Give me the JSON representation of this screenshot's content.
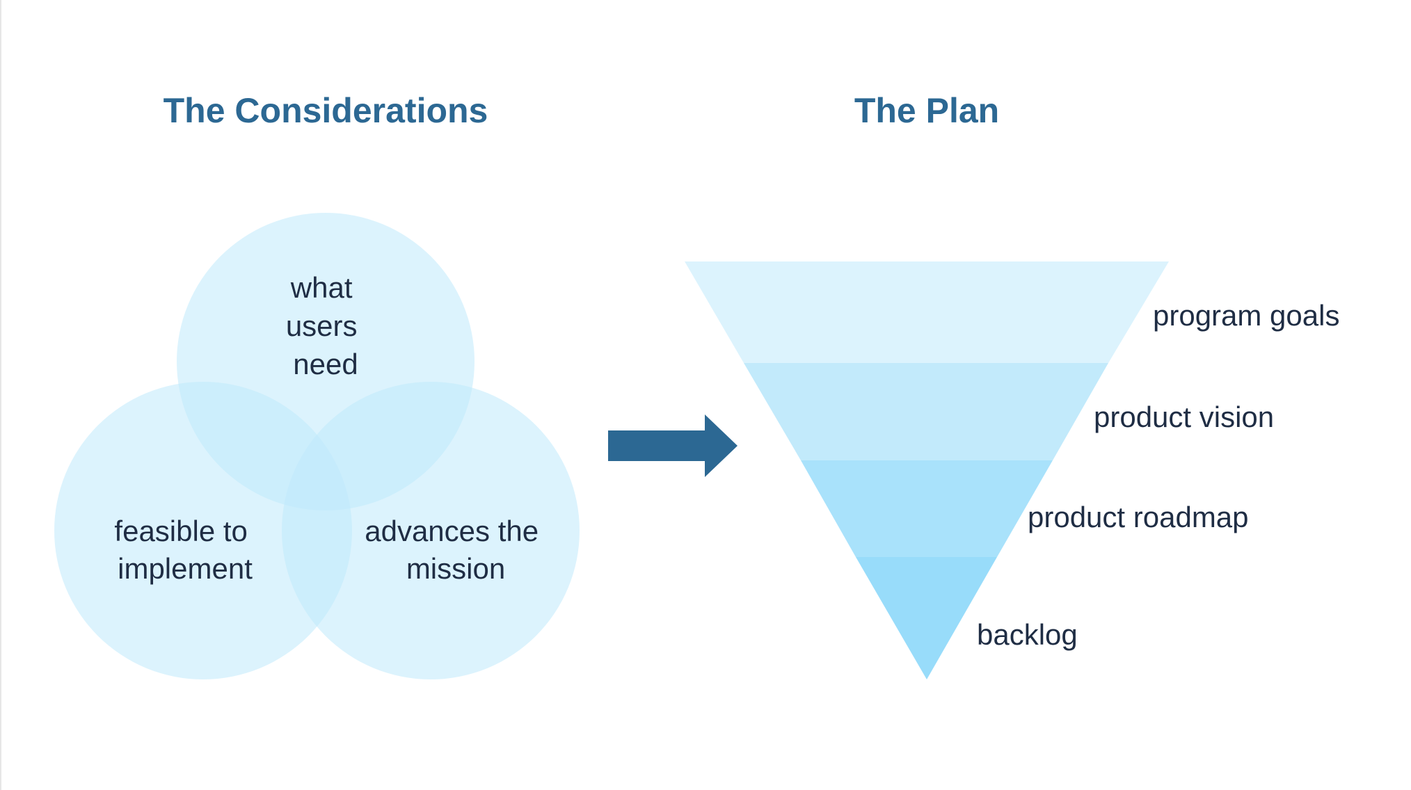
{
  "headings": {
    "left": "The Considerations",
    "right": "The Plan"
  },
  "venn": {
    "top": [
      "what",
      "users",
      "need"
    ],
    "left": [
      "feasible to",
      "implement"
    ],
    "right": [
      "advances the",
      "mission"
    ]
  },
  "funnel": {
    "levels": [
      "program goals",
      "product vision",
      "product roadmap",
      "backlog"
    ]
  },
  "colors": {
    "heading": "#2c6893",
    "arrow": "#2c6893",
    "text": "#1f2d44",
    "circle": "#bfe9fb",
    "funnel_1": "#dcf3fd",
    "funnel_2": "#c2eafb",
    "funnel_3": "#a9e2fb",
    "funnel_4": "#98dcfa"
  },
  "icons": [
    "right-arrow-icon"
  ]
}
